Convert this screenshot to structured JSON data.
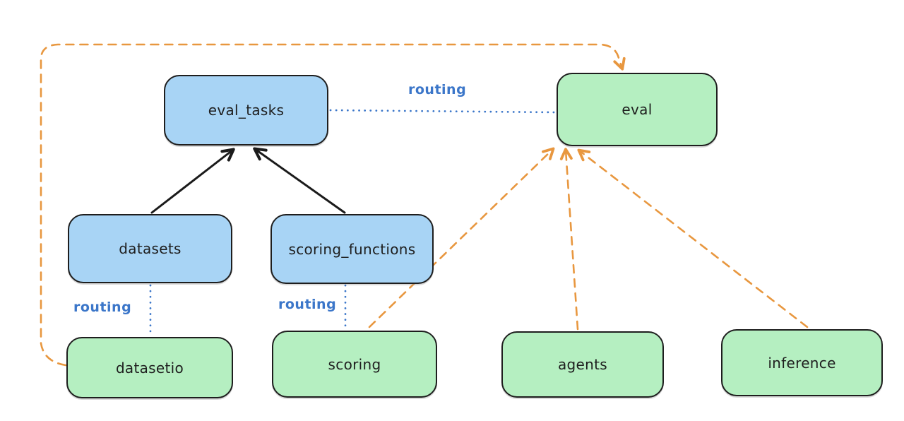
{
  "diagram": {
    "nodes": [
      {
        "id": "eval_tasks",
        "label": "eval_tasks",
        "color": "blue"
      },
      {
        "id": "eval",
        "label": "eval",
        "color": "green"
      },
      {
        "id": "datasets",
        "label": "datasets",
        "color": "blue"
      },
      {
        "id": "scoring_functions",
        "label": "scoring_functions",
        "color": "blue"
      },
      {
        "id": "datasetio",
        "label": "datasetio",
        "color": "green"
      },
      {
        "id": "scoring",
        "label": "scoring",
        "color": "green"
      },
      {
        "id": "agents",
        "label": "agents",
        "color": "green"
      },
      {
        "id": "inference",
        "label": "inference",
        "color": "green"
      }
    ],
    "edges": [
      {
        "from": "datasets",
        "to": "eval_tasks",
        "style": "solid",
        "color": "#1b1b1b",
        "label": ""
      },
      {
        "from": "scoring_functions",
        "to": "eval_tasks",
        "style": "solid",
        "color": "#1b1b1b",
        "label": ""
      },
      {
        "from": "eval_tasks",
        "to": "eval",
        "style": "dotted",
        "color": "#3b76c9",
        "label": "routing"
      },
      {
        "from": "datasets",
        "to": "datasetio",
        "style": "dotted",
        "color": "#3b76c9",
        "label": "routing"
      },
      {
        "from": "scoring_functions",
        "to": "scoring",
        "style": "dotted",
        "color": "#3b76c9",
        "label": "routing"
      },
      {
        "from": "datasetio",
        "to": "eval",
        "style": "dashed",
        "color": "#e8973f",
        "label": ""
      },
      {
        "from": "scoring",
        "to": "eval",
        "style": "dashed",
        "color": "#e8973f",
        "label": ""
      },
      {
        "from": "agents",
        "to": "eval",
        "style": "dashed",
        "color": "#e8973f",
        "label": ""
      },
      {
        "from": "inference",
        "to": "eval",
        "style": "dashed",
        "color": "#e8973f",
        "label": ""
      }
    ],
    "colors": {
      "node_blue_fill": "#a8d4f5",
      "node_green_fill": "#b5efc1",
      "node_border": "#1e1e1e",
      "routing_text": "#3b76c9",
      "dotted_line": "#3b76c9",
      "dashed_line": "#e8973f",
      "solid_line": "#1b1b1b",
      "background": "#ffffff"
    }
  }
}
